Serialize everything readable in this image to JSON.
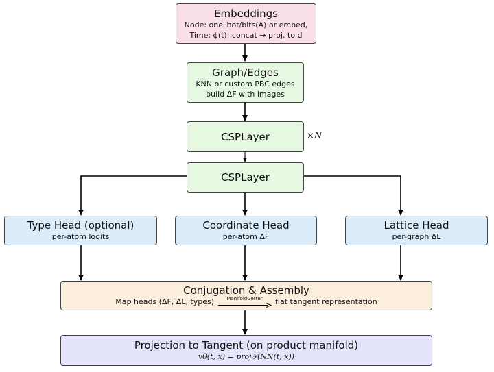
{
  "embeddings": {
    "title": "Embeddings",
    "line1": "Node: one_hot/bits(A) or embed,",
    "line2": "Time: ϕ(t); concat → proj. to d"
  },
  "graph_edges": {
    "title": "Graph/Edges",
    "line1": "KNN or custom PBC edges",
    "line2": "build ΔF with images"
  },
  "csp_layer_1": {
    "title": "CSPLayer"
  },
  "repeat": {
    "label": "×N"
  },
  "csp_layer_2": {
    "title": "CSPLayer"
  },
  "type_head": {
    "title": "Type Head (optional)",
    "sub": "per-atom logits"
  },
  "coordinate_head": {
    "title": "Coordinate Head",
    "sub": "per-atom ΔF"
  },
  "lattice_head": {
    "title": "Lattice Head",
    "sub": "per-graph ΔL"
  },
  "conjugation": {
    "title": "Conjugation & Assembly",
    "left": "Map heads (ΔF, ΔL, types)",
    "arrow_label": "ManifoldGetter",
    "right": "flat tangent representation"
  },
  "projection": {
    "title": "Projection to Tangent (on product manifold)",
    "formula": "vθ(t, x) = proj𝒯(NN(t, x))"
  },
  "colors": {
    "embeddings": "#f8e0e6",
    "graph": "#e6f8e2",
    "heads": "#dcecf8",
    "conjugation": "#fbeedd",
    "projection": "#e4e4fa"
  }
}
